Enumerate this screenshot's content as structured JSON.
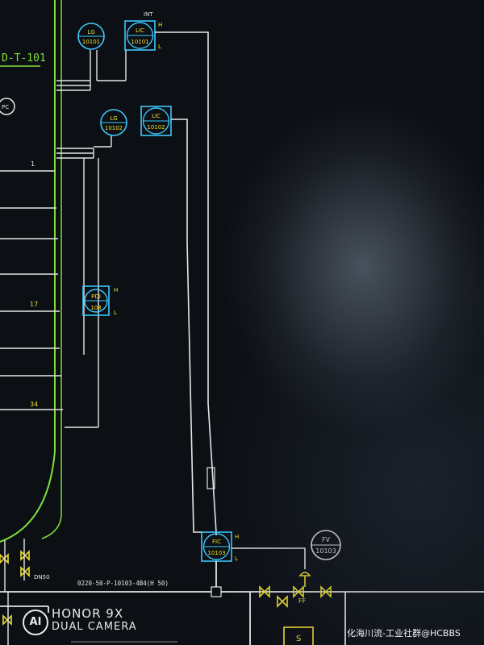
{
  "drawing": {
    "vessel_tag": "D-T-101",
    "column_side_letter": "PC",
    "tray_labels": [
      "1",
      "17",
      "34"
    ],
    "instruments": {
      "lg_10101": {
        "type": "LG",
        "number": "10101"
      },
      "lic_10101": {
        "type": "LIC",
        "number": "10101",
        "hi": "H",
        "lo": "L",
        "top_note": "INT"
      },
      "lg_10102": {
        "type": "LG",
        "number": "10102"
      },
      "lic_10102": {
        "type": "LIC",
        "number": "10102"
      },
      "pdi_108": {
        "type": "PDI",
        "number": "108",
        "hi": "H",
        "lo": "L"
      },
      "fic_10103": {
        "type": "FIC",
        "number": "10103",
        "hi": "H",
        "lo": "L"
      },
      "fv_10103": {
        "type": "FV",
        "number": "10103"
      }
    },
    "line_number": "0220-50-P-10103-4B4(H 50)",
    "drain_label": "DN50",
    "valve_tag": "FF",
    "box_label": "S"
  },
  "watermark": {
    "logo": "AI",
    "brand": "HONOR 9X",
    "camera": "DUAL CAMERA",
    "credit": "化海川流-工业社群@HCBBS"
  },
  "colors": {
    "background": "#0c0f14",
    "vessel": "#7ee03a",
    "lines": "#e6e6e6",
    "instrument": "#3cc8ff",
    "text_yellow": "#f0e030"
  }
}
